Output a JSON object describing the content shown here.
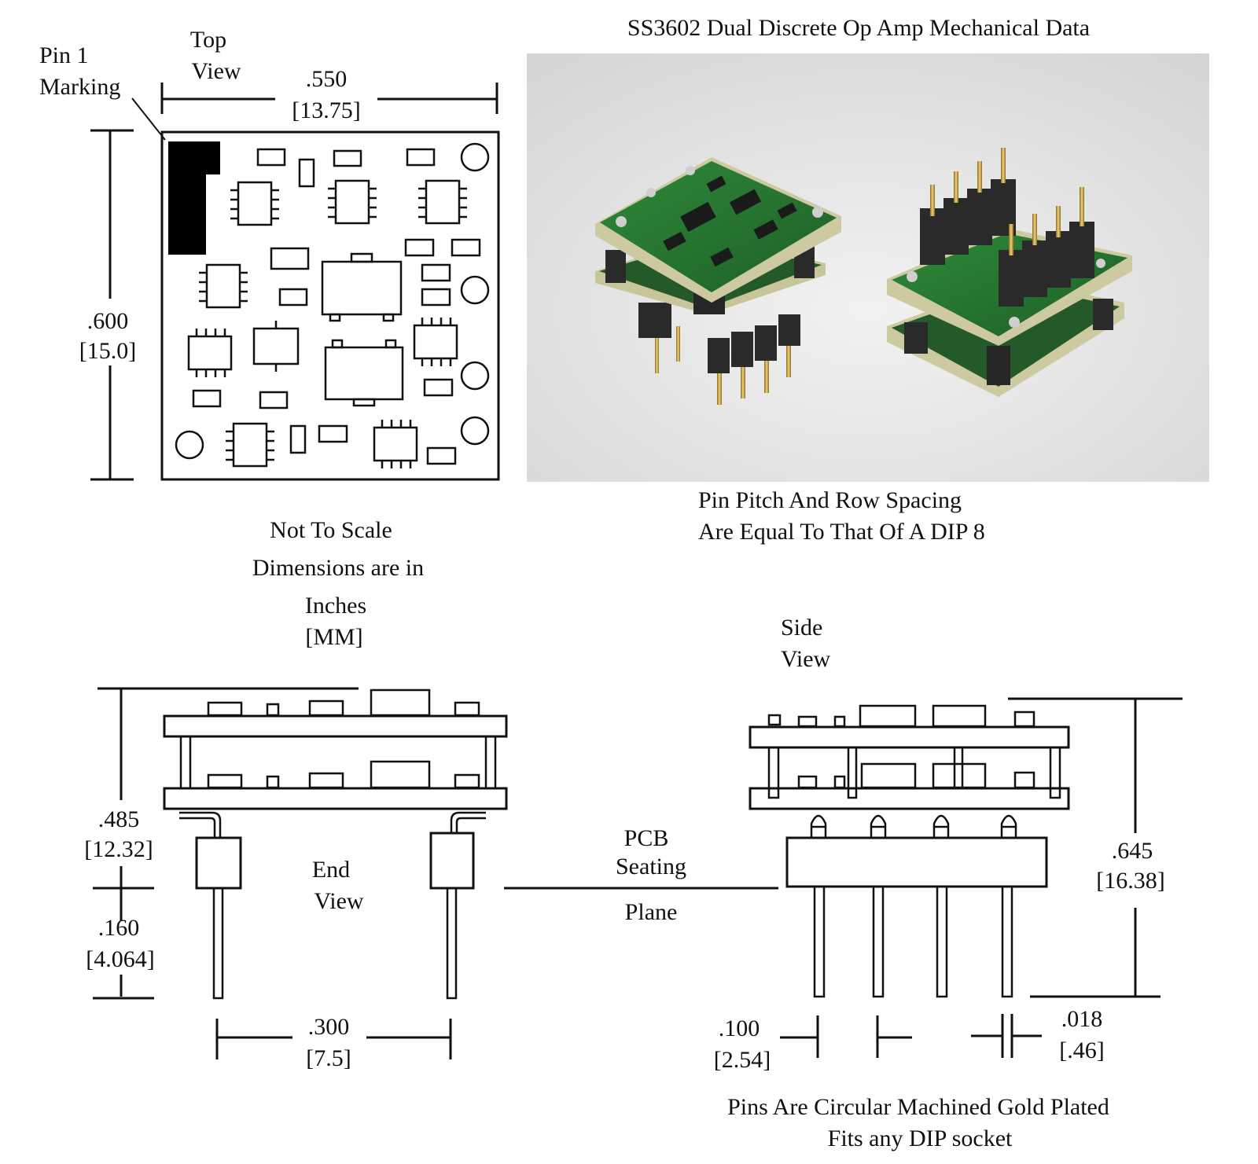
{
  "title": "SS3602 Dual Discrete Op Amp Mechanical Data",
  "top_view": {
    "label_line1": "Top",
    "label_line2": "View",
    "pin1_line1": "Pin 1",
    "pin1_line2": "Marking",
    "width_in": ".550",
    "width_mm": "[13.75]",
    "height_in": ".600",
    "height_mm": "[15.0]"
  },
  "photo_caption": {
    "line1": "Pin Pitch And Row Spacing",
    "line2": "Are Equal To That Of A DIP 8"
  },
  "notes": {
    "line1": "Not To Scale",
    "line2": "Dimensions are in",
    "line3": "Inches",
    "line4": "[MM]"
  },
  "end_view": {
    "label_line1": "End",
    "label_line2": "View",
    "body_height_in": ".485",
    "body_height_mm": "[12.32]",
    "pin_length_in": ".160",
    "pin_length_mm": "[4.064]",
    "row_spacing_in": ".300",
    "row_spacing_mm": "[7.5]"
  },
  "seating_plane": {
    "line1": "PCB",
    "line2": "Seating",
    "line3": "Plane"
  },
  "side_view": {
    "label_line1": "Side",
    "label_line2": "View",
    "total_height_in": ".645",
    "total_height_mm": "[16.38]",
    "pitch_in": ".100",
    "pitch_mm": "[2.54]",
    "pin_dia_in": ".018",
    "pin_dia_mm": "[.46]"
  },
  "footer": {
    "line1": "Pins Are Circular Machined Gold Plated",
    "line2": "Fits any DIP socket"
  }
}
